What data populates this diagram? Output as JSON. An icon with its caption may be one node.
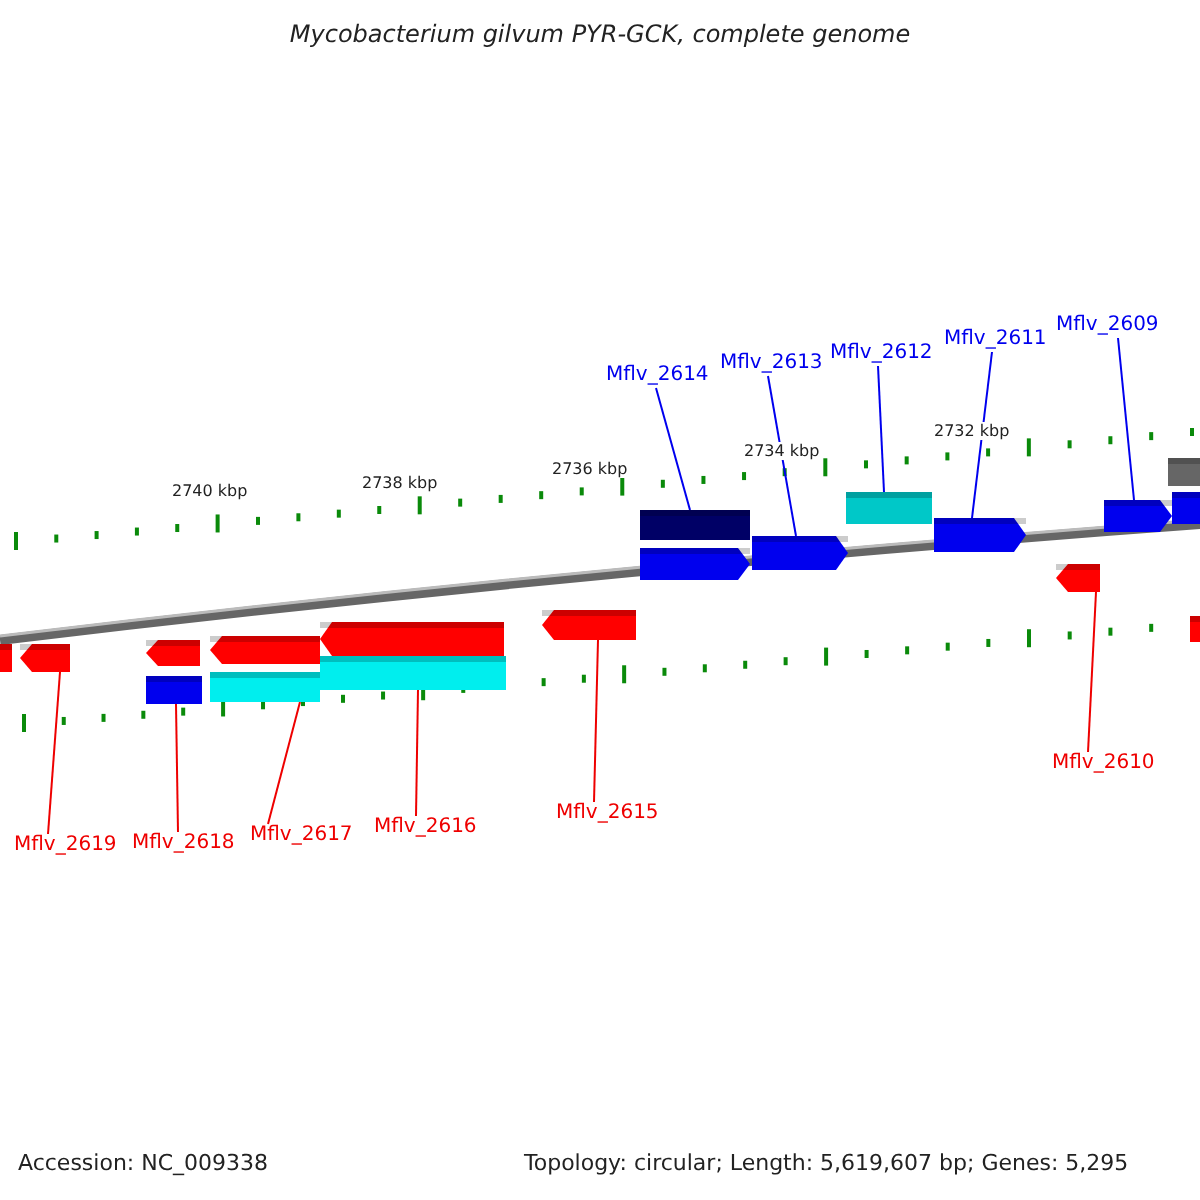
{
  "diagram": {
    "title": "Mycobacterium gilvum PYR-GCK, complete genome",
    "nodes": [
      {
        "text": [
          "Mflv_2614"
        ]
      },
      {
        "text": [
          "Mflv_2613"
        ]
      },
      {
        "text": [
          "Mflv_2612"
        ]
      },
      {
        "text": [
          "Mflv_2611"
        ]
      },
      {
        "text": [
          "Mflv_2609"
        ]
      },
      {
        "text": [
          "Mflv_2619"
        ]
      },
      {
        "text": [
          "Mflv_2618"
        ]
      },
      {
        "text": [
          "Mflv_2617"
        ]
      },
      {
        "text": [
          "Mflv_2616"
        ]
      },
      {
        "text": [
          "Mflv_2615"
        ]
      },
      {
        "text": [
          "Mflv_2610"
        ]
      },
      {
        "text": [],
        "shape": "bar"
      },
      {
        "text": [],
        "shape": "arrow"
      },
      {
        "text": [],
        "shape": "bar"
      },
      {
        "text": [],
        "shape": "arrow"
      },
      {
        "text": [],
        "shape": "arrow"
      },
      {
        "text": [],
        "shape": "arrow"
      },
      {
        "text": [],
        "shape": "bar"
      },
      {
        "text": [],
        "shape": "bar"
      },
      {
        "text": [],
        "shape": "bar"
      },
      {
        "text": [],
        "shape": "arrow"
      },
      {
        "text": [],
        "shape": "arrow"
      },
      {
        "text": [],
        "shape": "bar"
      },
      {
        "text": [],
        "shape": "arrow"
      },
      {
        "text": [],
        "shape": "arrow"
      },
      {
        "text": [],
        "shape": "arrow"
      },
      {
        "text": [],
        "shape": "arrow"
      },
      {
        "text": [],
        "shape": "bar"
      },
      {
        "text": [],
        "shape": "bar"
      },
      {
        "text": [],
        "shape": "bar"
      }
    ],
    "edges": [
      {
        "from": 0,
        "to": 11,
        "arrow": "none",
        "color": "#0000ee"
      },
      {
        "from": 1,
        "to": 12,
        "arrow": "none",
        "color": "#0000ee"
      },
      {
        "from": 2,
        "to": 13,
        "arrow": "none",
        "color": "#0000ee"
      },
      {
        "from": 3,
        "to": 14,
        "arrow": "none",
        "color": "#0000ee"
      },
      {
        "from": 4,
        "to": 15,
        "arrow": "none",
        "color": "#0000ee"
      },
      {
        "from": 5,
        "to": 16,
        "arrow": "none"
      },
      {
        "from": 6,
        "to": 17,
        "arrow": "none"
      },
      {
        "from": 7,
        "to": 18,
        "arrow": "none"
      },
      {
        "from": 8,
        "to": 19,
        "arrow": "none"
      },
      {
        "from": 9,
        "to": 20,
        "arrow": "none"
      },
      {
        "from": 10,
        "to": 21,
        "arrow": "none"
      }
    ],
    "labels": [
      "2740 kbp",
      "2738 kbp",
      "2736 kbp",
      "2734 kbp",
      "2732 kbp",
      "Accession: NC_009338",
      "Topology: circular; Length: 5,619,607 bp; Genes: 5,295"
    ]
  }
}
